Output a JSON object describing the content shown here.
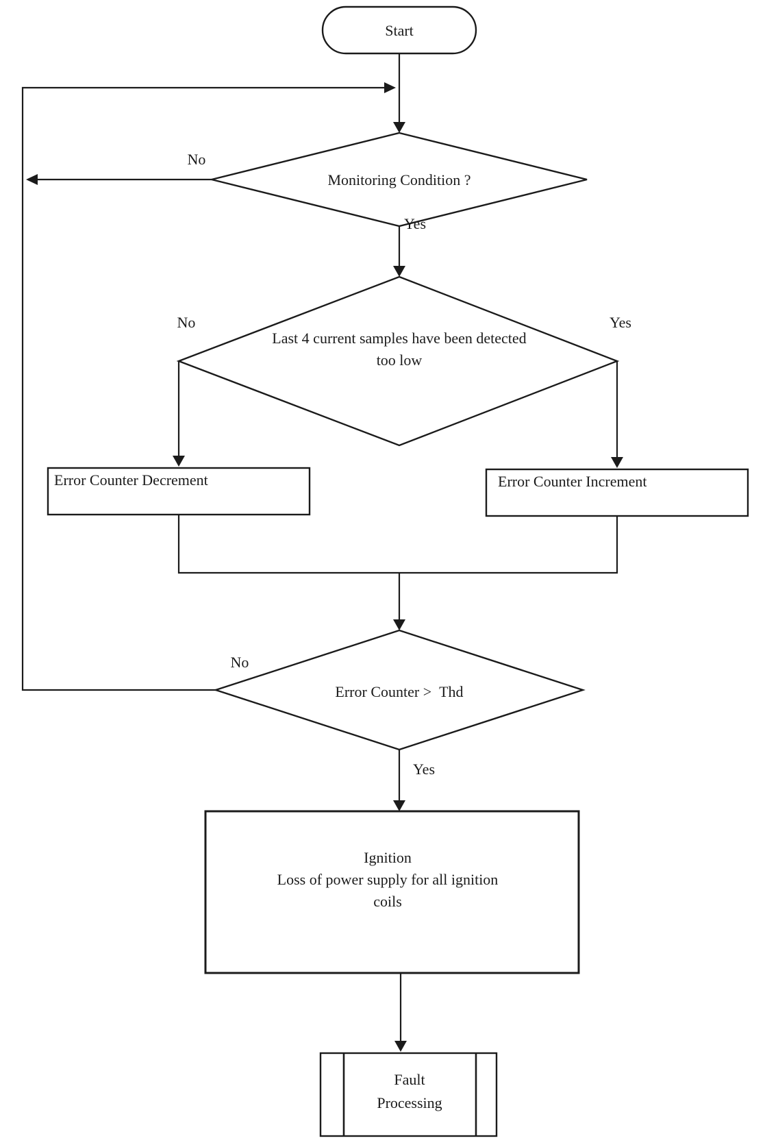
{
  "colors": {
    "line": "#1b1b1b",
    "background": "#ffffff",
    "text": "#1b1b1b"
  },
  "flowchart": {
    "nodes": {
      "start": {
        "type": "terminator",
        "label": "Start"
      },
      "monitoring_condition": {
        "type": "decision",
        "label": "Monitoring Condition ?"
      },
      "samples_low": {
        "type": "decision",
        "label": "Last 4 current samples have been detected too low",
        "line1": "Last 4 current samples have been detected",
        "line2": "too low"
      },
      "error_counter_decrement": {
        "type": "process",
        "label": "Error Counter Decrement"
      },
      "error_counter_increment": {
        "type": "process",
        "label": "Error Counter Increment"
      },
      "error_counter_threshold": {
        "type": "decision",
        "label": "Error Counter >  Thd"
      },
      "ignition": {
        "type": "process",
        "label": "Ignition Loss of power supply for all ignition coils",
        "line1": "Ignition",
        "line2": "Loss of power supply for all ignition",
        "line3": "coils"
      },
      "fault_processing": {
        "type": "predefined_process",
        "label": "Fault Processing",
        "line1": "Fault",
        "line2": "Processing"
      }
    },
    "labels": {
      "monitoring_no": "No",
      "monitoring_yes": "Yes",
      "samples_no": "No",
      "samples_yes": "Yes",
      "threshold_no": "No",
      "threshold_yes": "Yes"
    },
    "edges": [
      {
        "from": "start",
        "to": "monitoring_condition",
        "label": ""
      },
      {
        "from": "monitoring_condition",
        "to": "monitoring_condition",
        "label": "No",
        "via": "left-feedback-rail"
      },
      {
        "from": "monitoring_condition",
        "to": "samples_low",
        "label": "Yes"
      },
      {
        "from": "samples_low",
        "to": "error_counter_decrement",
        "label": "No"
      },
      {
        "from": "samples_low",
        "to": "error_counter_increment",
        "label": "Yes"
      },
      {
        "from": "error_counter_decrement",
        "to": "error_counter_threshold",
        "label": ""
      },
      {
        "from": "error_counter_increment",
        "to": "error_counter_threshold",
        "label": ""
      },
      {
        "from": "error_counter_threshold",
        "to": "monitoring_condition",
        "label": "No",
        "via": "left-feedback-rail"
      },
      {
        "from": "error_counter_threshold",
        "to": "ignition",
        "label": "Yes"
      },
      {
        "from": "ignition",
        "to": "fault_processing",
        "label": ""
      }
    ]
  }
}
